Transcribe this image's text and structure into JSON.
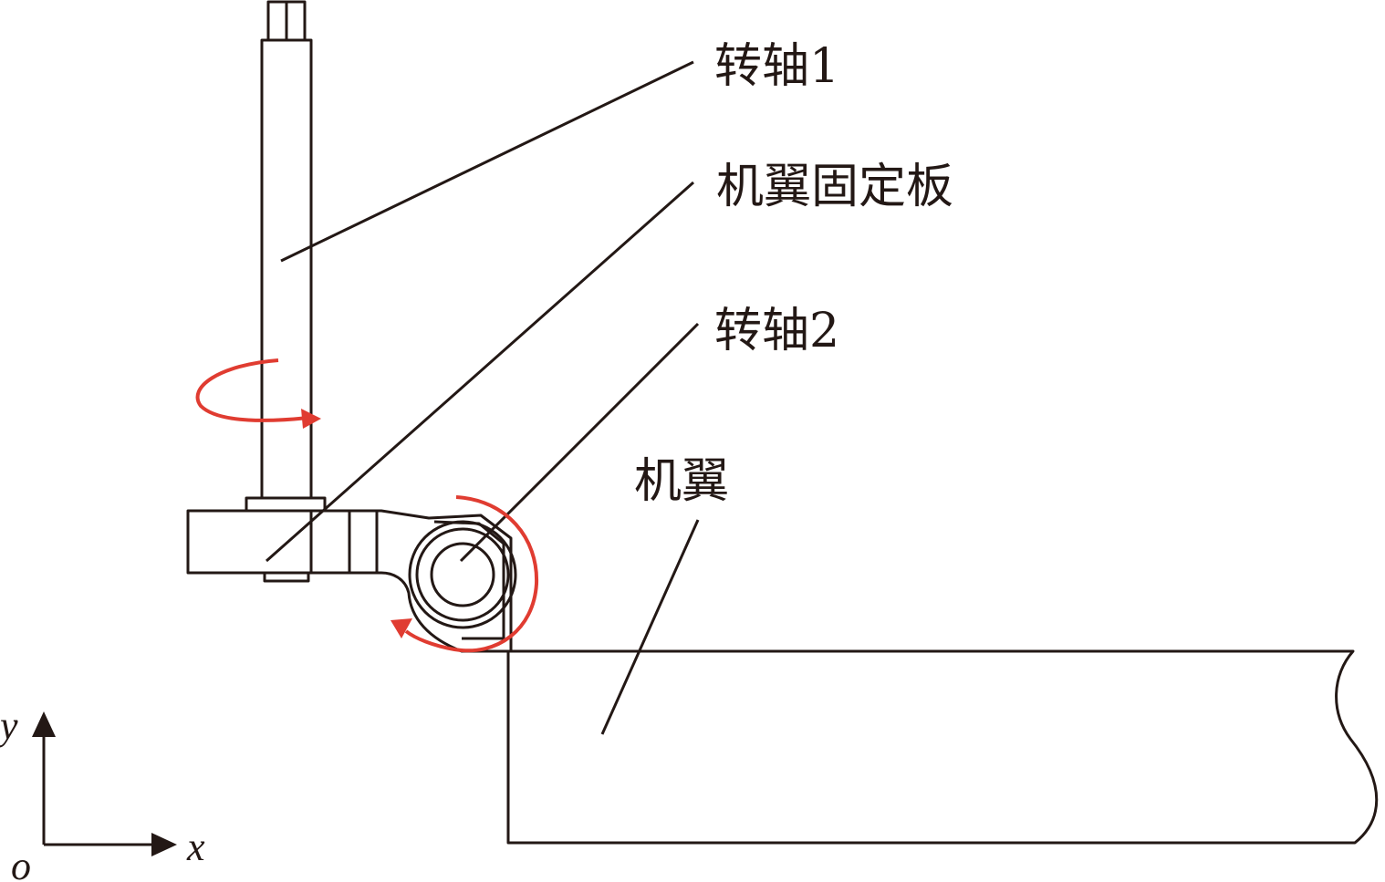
{
  "labels": {
    "shaft1": "转轴1",
    "wing_plate": "机翼固定板",
    "shaft2": "转轴2",
    "wing": "机翼"
  },
  "axes": {
    "x": "x",
    "y": "y",
    "origin": "o"
  },
  "colors": {
    "line": "#231815",
    "rotation_arrow": "#e03c31",
    "background": "#ffffff"
  },
  "icons": {
    "rotation_shaft1": "curved-rotation-arrow",
    "rotation_shaft2": "curved-rotation-arrow"
  }
}
